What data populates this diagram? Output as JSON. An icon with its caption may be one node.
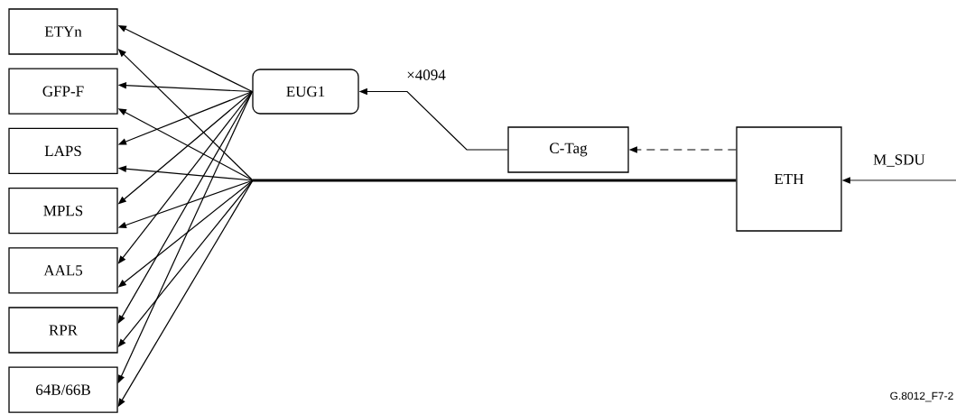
{
  "diagram": {
    "nodes": [
      {
        "text": [
          "ETYn"
        ]
      },
      {
        "text": [
          "GFP-F"
        ]
      },
      {
        "text": [
          "LAPS"
        ]
      },
      {
        "text": [
          "MPLS"
        ]
      },
      {
        "text": [
          "AAL5"
        ]
      },
      {
        "text": [
          "RPR"
        ]
      },
      {
        "text": [
          "64B/66B"
        ]
      },
      {
        "text": [
          "EUG1"
        ]
      },
      {
        "text": [
          "C-Tag"
        ]
      },
      {
        "text": [
          "ETH"
        ]
      }
    ],
    "edges": [
      {
        "from": 7,
        "to": 0,
        "arrow": "to"
      },
      {
        "from": 7,
        "to": 1,
        "arrow": "to"
      },
      {
        "from": 7,
        "to": 2,
        "arrow": "to"
      },
      {
        "from": 7,
        "to": 3,
        "arrow": "to"
      },
      {
        "from": 7,
        "to": 4,
        "arrow": "to"
      },
      {
        "from": 7,
        "to": 5,
        "arrow": "to"
      },
      {
        "from": 7,
        "to": 6,
        "arrow": "to"
      },
      {
        "from": 9,
        "to": 0,
        "arrow": "to",
        "style": "thick"
      },
      {
        "from": 9,
        "to": 1,
        "arrow": "to",
        "style": "thick"
      },
      {
        "from": 9,
        "to": 2,
        "arrow": "to",
        "style": "thick"
      },
      {
        "from": 9,
        "to": 3,
        "arrow": "to",
        "style": "thick"
      },
      {
        "from": 9,
        "to": 4,
        "arrow": "to",
        "style": "thick"
      },
      {
        "from": 9,
        "to": 5,
        "arrow": "to",
        "style": "thick"
      },
      {
        "from": 9,
        "to": 6,
        "arrow": "to",
        "style": "thick"
      },
      {
        "from": 8,
        "to": 7,
        "arrow": "to",
        "label": "×4094"
      },
      {
        "from": 9,
        "to": 8,
        "arrow": "to",
        "style": "dashed"
      },
      {
        "from": null,
        "to": 9,
        "arrow": "to",
        "label": "M_SDU"
      }
    ],
    "labels": [
      "G.8012_F7-2"
    ]
  }
}
